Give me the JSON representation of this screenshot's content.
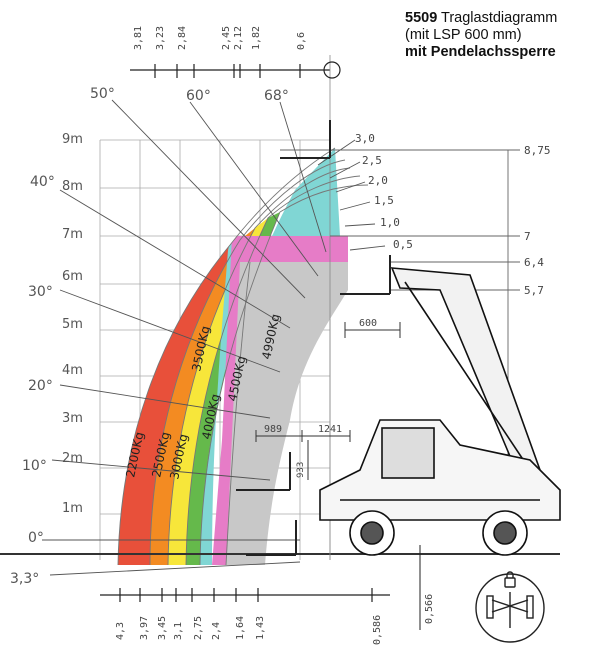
{
  "title": {
    "model": "5509",
    "line1_rest": " Traglastdiagramm",
    "line2": "(mit LSP 600 mm)",
    "line3": "mit Pendelachssperre"
  },
  "colors": {
    "red": "#e8503a",
    "orange": "#f38b22",
    "yellow": "#f7e63a",
    "green": "#65b94b",
    "cyan": "#80d6d4",
    "pink": "#e67cc7",
    "grey": "#c8c8c8"
  },
  "top_distances": [
    "3,81",
    "3,23",
    "2,84",
    "2,45",
    "2,12",
    "1,82",
    "0,6"
  ],
  "bottom_distances": [
    "4,3",
    "3,97",
    "3,45",
    "3,1",
    "2,75",
    "2,4",
    "1,64",
    "1,43",
    "0,586"
  ],
  "heights_left": [
    "9m",
    "8m",
    "7m",
    "6m",
    "5m",
    "4m",
    "3m",
    "2m",
    "1m"
  ],
  "angles": {
    "a50": "50°",
    "a60": "60°",
    "a68": "68°",
    "a40": "40°",
    "a30": "30°",
    "a20": "20°",
    "a10": "10°",
    "a0": "0°",
    "a_neg": "3,3°"
  },
  "extension_labels": [
    "3,0",
    "2,5",
    "2,0",
    "1,5",
    "1,0",
    "0,5"
  ],
  "right_heights": [
    "8,75",
    "7",
    "6,4",
    "5,7"
  ],
  "dims": {
    "d600": "600",
    "d989": "989",
    "d1241": "1241",
    "d933": "933",
    "d0566": "0,566"
  },
  "zones": [
    "2200Kg",
    "2500Kg",
    "3000Kg",
    "3500Kg",
    "4000Kg",
    "4500Kg",
    "4990Kg"
  ]
}
